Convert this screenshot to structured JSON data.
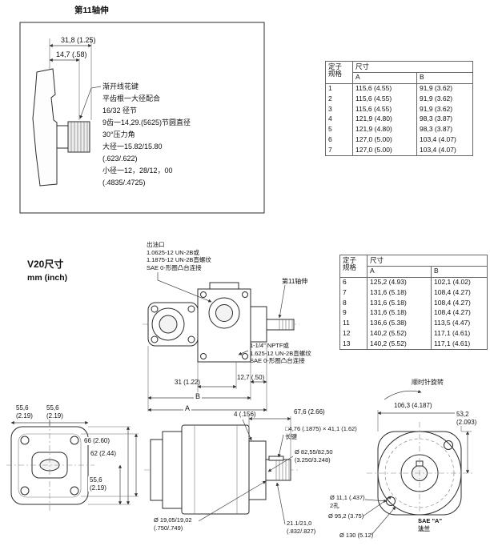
{
  "colors": {
    "line": "#2b2b2b",
    "text": "#111111",
    "background": "#ffffff"
  },
  "shaft_detail": {
    "title": "第11轴伸",
    "dim_total": "31,8 (1.25)",
    "dim_short": "14,7 (.58)",
    "notes": [
      "渐开线花键",
      "平齿根一大径配合",
      "16/32 径节",
      "9齿一14,29.(5625)节圆直径",
      "30°压力角",
      "大径一15.82/15.80",
      "(.623/.622)",
      "小径一12，28/12，00",
      "(.4835/.4725)"
    ]
  },
  "table_top": {
    "col_spec_l1": "定子",
    "col_spec_l2": "规格",
    "col_dim": "尺寸",
    "col_a": "A",
    "col_b": "B",
    "rows": [
      {
        "spec": "1",
        "a": "115,6 (4.55)",
        "b": "91,9 (3.62)"
      },
      {
        "spec": "2",
        "a": "115,6 (4.55)",
        "b": "91,9 (3.62)"
      },
      {
        "spec": "3",
        "a": "115,6 (4.55)",
        "b": "91,9 (3.62)"
      },
      {
        "spec": "4",
        "a": "121,9 (4.80)",
        "b": "98,3 (3.87)"
      },
      {
        "spec": "5",
        "a": "121,9 (4.80)",
        "b": "98,3 (3.87)"
      },
      {
        "spec": "6",
        "a": "127,0 (5.00)",
        "b": "103,4 (4.07)"
      },
      {
        "spec": "7",
        "a": "127,0 (5.00)",
        "b": "103,4 (4.07)"
      }
    ]
  },
  "v20": {
    "title": "V20尺寸",
    "unit": "mm (inch)"
  },
  "plan_view": {
    "outlet_note": [
      "出油口",
      "1.0625-12 UN-2B或",
      "1.1875-12 UN-2B直螺纹",
      "SAE 0-形圈凸台连接"
    ],
    "shaft_callout": "第11轴伸",
    "inlet_note": [
      "1-1/4\" NPTF或",
      "1.625-12 UN-2B直螺纹",
      "SAE 0-形圈凸台连接"
    ],
    "dim_127": "12,7 (.50)",
    "dim_31": "31 (1.22)",
    "dim_b": "B",
    "dim_a": "A"
  },
  "table_bottom": {
    "col_spec_l1": "定子",
    "col_spec_l2": "规格",
    "col_dim": "尺寸",
    "col_a": "A",
    "col_b": "B",
    "rows": [
      {
        "spec": "6",
        "a": "125,2 (4.93)",
        "b": "102,1 (4.02)"
      },
      {
        "spec": "7",
        "a": "131,6 (5.18)",
        "b": "108,4 (4.27)"
      },
      {
        "spec": "8",
        "a": "131,6 (5.18)",
        "b": "108,4 (4.27)"
      },
      {
        "spec": "9",
        "a": "131,6 (5.18)",
        "b": "108,4 (4.27)"
      },
      {
        "spec": "11",
        "a": "136,6 (5.38)",
        "b": "113,5 (4.47)"
      },
      {
        "spec": "12",
        "a": "140,2 (5.52)",
        "b": "117,1 (4.61)"
      },
      {
        "spec": "13",
        "a": "140,2 (5.52)",
        "b": "117,1 (4.61)"
      }
    ]
  },
  "rear_view": {
    "dim_top_left": [
      "55,6",
      "(2.19)"
    ],
    "dim_top_right": [
      "55,6",
      "(2.19)"
    ],
    "dim_h1": "66 (2.60)",
    "dim_h2": "62 (2.44)",
    "dim_bottom": [
      "55,6",
      "(2.19)"
    ]
  },
  "side_view": {
    "dim_groove": "4 (.156)",
    "dim_length": "67,6 (2.66)",
    "key_note": [
      "□4,76 (.1875) × 41,1 (1.62)",
      "长键"
    ],
    "pilot_dia": [
      "Ø 82,55/82,50",
      "(3.250/3.248)"
    ],
    "shaft_dia": [
      "Ø 19,05/19,02",
      "(.750/.749)"
    ],
    "key_dim": [
      "21.1/21,0",
      "(.832/.827)"
    ]
  },
  "front_view": {
    "rotation_note": "顺时针旋转",
    "dim_width": "106,3 (4.187)",
    "dim_half": [
      "53,2",
      "(2.093)"
    ],
    "holes": [
      "Ø 11,1 (.437)",
      "2孔"
    ],
    "bolt_circle": "Ø 95,2 (3.75)",
    "outer_dia": "Ø 130 (5.12)",
    "flange": [
      "SAE \"A\"",
      "法兰"
    ]
  }
}
